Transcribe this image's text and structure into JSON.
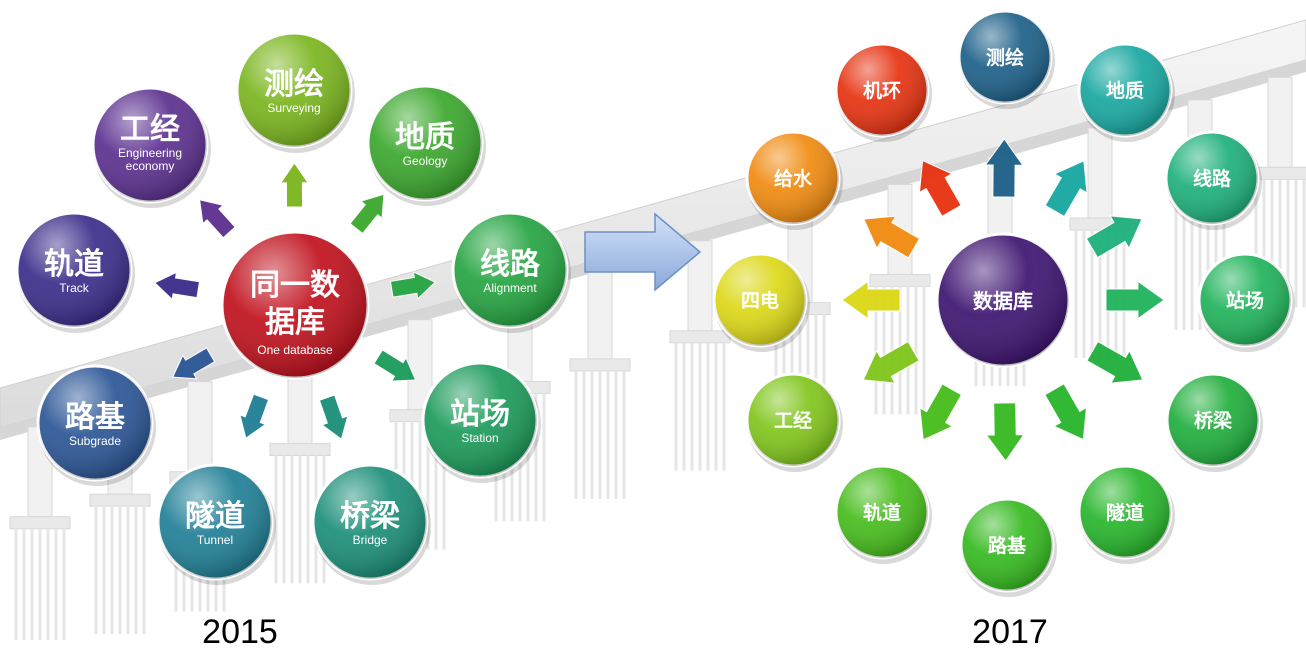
{
  "diagram_2015": {
    "year": "2015",
    "center": {
      "zh_line1": "同一数",
      "zh_line2": "据库",
      "en": "One database",
      "color": "#c0101c"
    },
    "nodes": [
      {
        "id": "surveying",
        "zh": "测绘",
        "en": "Surveying",
        "color": "#7ab51d"
      },
      {
        "id": "geology",
        "zh": "地质",
        "en": "Geology",
        "color": "#3aa72c"
      },
      {
        "id": "alignment",
        "zh": "线路",
        "en": "Alignment",
        "color": "#24a441"
      },
      {
        "id": "station",
        "zh": "站场",
        "en": "Station",
        "color": "#1b9a5a"
      },
      {
        "id": "bridge",
        "zh": "桥梁",
        "en": "Bridge",
        "color": "#1a8e78"
      },
      {
        "id": "tunnel",
        "zh": "隧道",
        "en": "Tunnel",
        "color": "#1f7f96"
      },
      {
        "id": "subgrade",
        "zh": "路基",
        "en": "Subgrade",
        "color": "#2a5596"
      },
      {
        "id": "track",
        "zh": "轨道",
        "en": "Track",
        "color": "#3a2c8a"
      },
      {
        "id": "engineering-economy",
        "zh": "工经",
        "en": [
          "Engineering",
          "economy"
        ],
        "color": "#5b2f8f"
      }
    ]
  },
  "diagram_2017": {
    "year": "2017",
    "center": {
      "zh": "数据库",
      "color": "#3d1370"
    },
    "nodes": [
      {
        "id": "surveying",
        "zh": "测绘",
        "color": "#1c5f88"
      },
      {
        "id": "geology",
        "zh": "地质",
        "color": "#17a7a0"
      },
      {
        "id": "alignment",
        "zh": "线路",
        "color": "#1db07a"
      },
      {
        "id": "station",
        "zh": "站场",
        "color": "#1fb35a"
      },
      {
        "id": "bridge",
        "zh": "桥梁",
        "color": "#1fae3c"
      },
      {
        "id": "tunnel",
        "zh": "隧道",
        "color": "#26b52a"
      },
      {
        "id": "subgrade",
        "zh": "路基",
        "color": "#34b91e"
      },
      {
        "id": "track",
        "zh": "轨道",
        "color": "#45bc1a"
      },
      {
        "id": "engineering-economy",
        "zh": "工经",
        "color": "#7fc51a"
      },
      {
        "id": "power",
        "zh": "四电",
        "color": "#dcd816"
      },
      {
        "id": "water-supply",
        "zh": "给水",
        "color": "#f08a0e"
      },
      {
        "id": "environment",
        "zh": "机环",
        "color": "#e6310f"
      }
    ]
  },
  "transition_arrow": {
    "color": "#9bb7e3"
  }
}
